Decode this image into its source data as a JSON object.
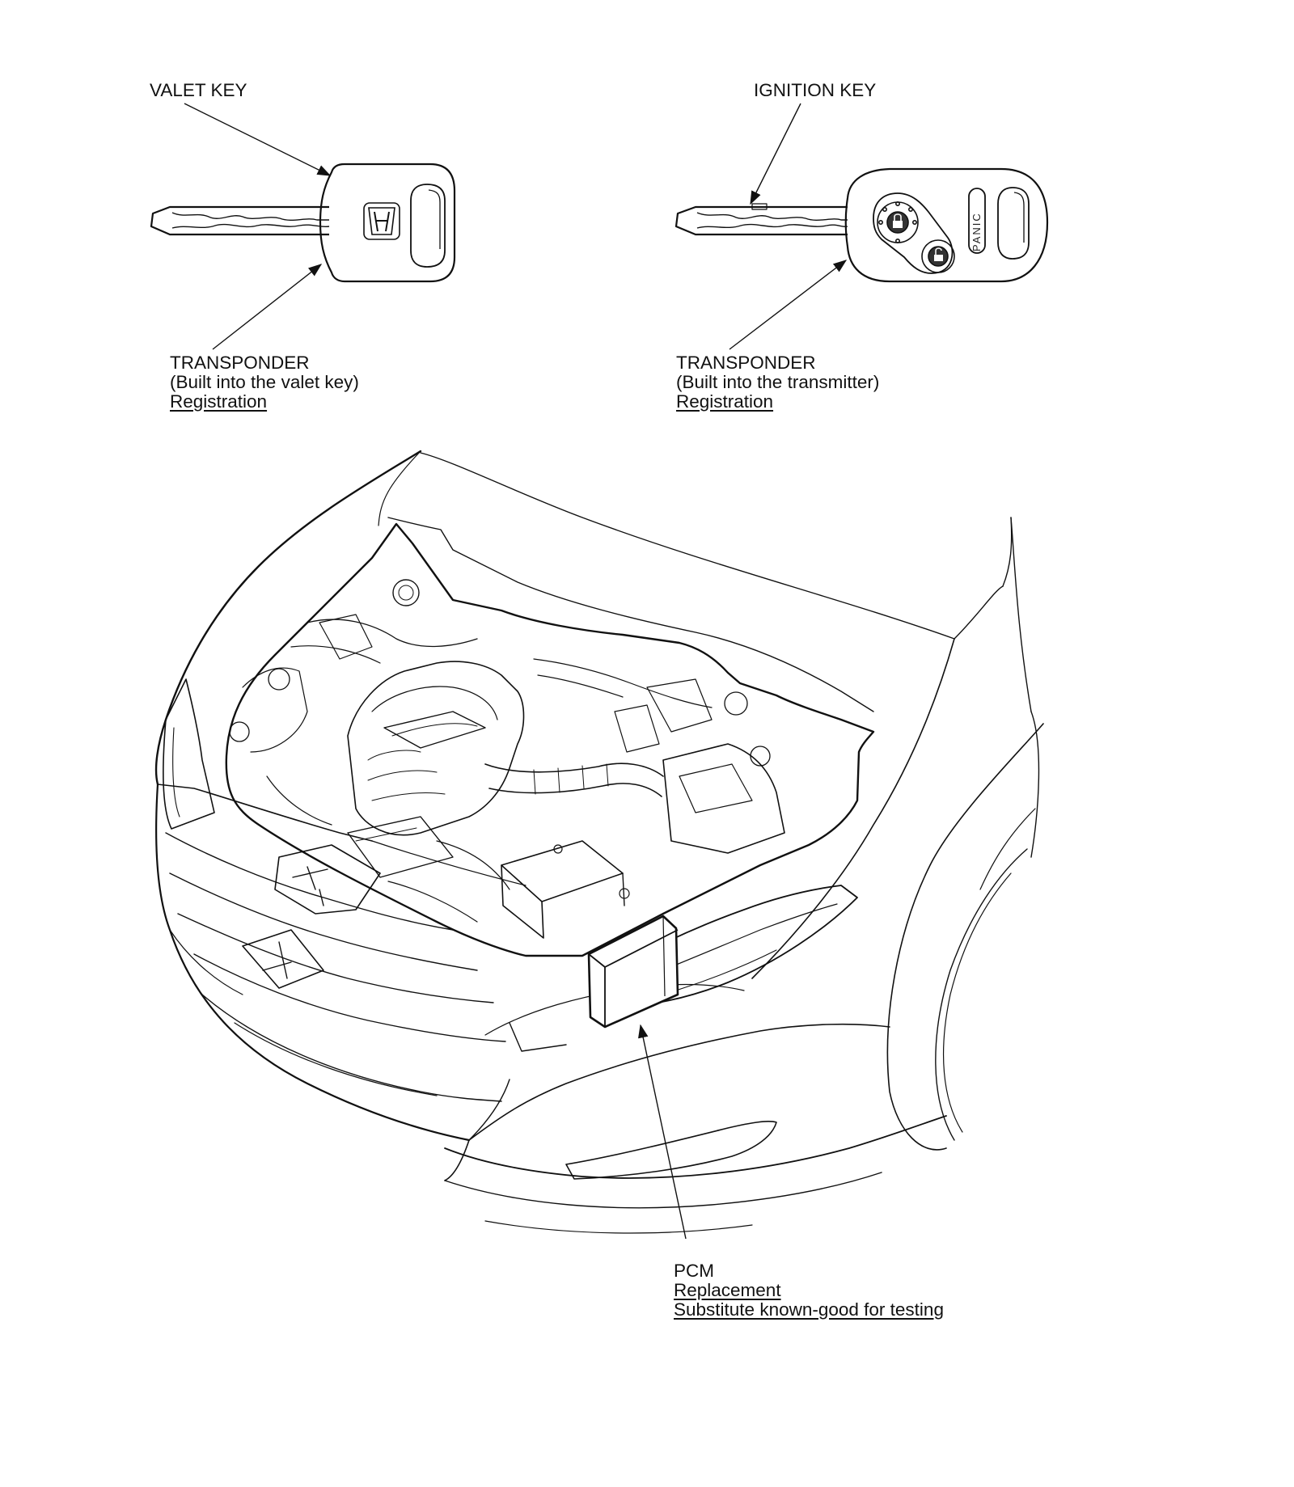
{
  "valet_key": {
    "label": "VALET KEY",
    "transponder_title": "TRANSPONDER",
    "transponder_note": "(Built into the valet key)",
    "transponder_action": "Registration"
  },
  "ignition_key": {
    "label": "IGNITION KEY",
    "panic_button": "PANIC",
    "transponder_title": "TRANSPONDER",
    "transponder_note": "(Built into the transmitter)",
    "transponder_action": "Registration"
  },
  "pcm": {
    "label": "PCM",
    "action_1": "Replacement",
    "action_2": "Substitute known-good for testing"
  },
  "icons": {
    "valet_key_logo": "honda-logo-icon",
    "lock_button": "lock-icon",
    "unlock_button": "unlock-icon"
  },
  "colors": {
    "line": "#111111",
    "background": "#ffffff"
  }
}
